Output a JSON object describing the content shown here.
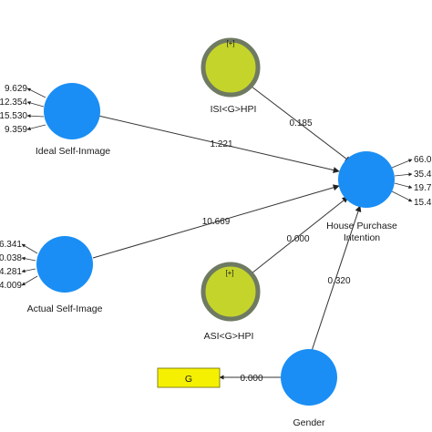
{
  "constructs": {
    "ideal": {
      "label": "Ideal Self-Inmage",
      "indicator_loadings": [
        "9.629",
        "12.354",
        "15.530",
        "9.359"
      ]
    },
    "actual": {
      "label": "Actual Self-Image",
      "indicator_loadings": [
        "6.341",
        "0.038",
        "4.281",
        "4.009"
      ]
    },
    "hpi": {
      "label_line1": "House Purchase",
      "label_line2": "Intention",
      "indicator_loadings": [
        "66.0",
        "35.4",
        "19.7",
        "15.4"
      ]
    },
    "gender": {
      "label": "Gender"
    },
    "isi_mod": {
      "label": "ISI<G>HPI",
      "tag": "[+]"
    },
    "asi_mod": {
      "label": "ASI<G>HPI",
      "tag": "[+]"
    },
    "g_indicator": {
      "label": "G"
    }
  },
  "paths": {
    "ideal_hpi": "1.221",
    "actual_hpi": "10.669",
    "isi_hpi": "0.185",
    "asi_hpi": "0.000",
    "gender_hpi": "0.320",
    "g_gender": "0.000"
  },
  "colors": {
    "latent": "#1a8ef5",
    "moderator_fill": "#c5d42a",
    "moderator_ring": "#6f7a62",
    "indicator_fill": "#f5f000",
    "line": "#333333"
  }
}
